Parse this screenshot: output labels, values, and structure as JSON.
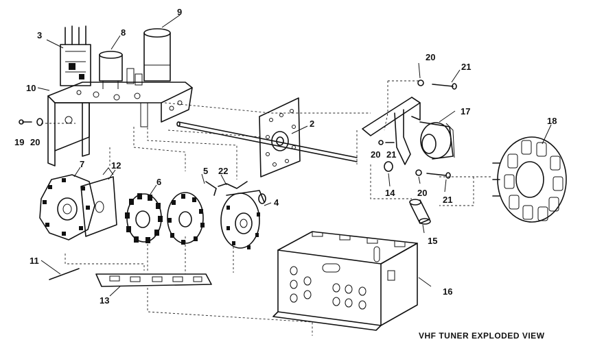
{
  "title": "VHF TUNER EXPLODED VIEW",
  "callouts": [
    {
      "id": "c2",
      "text": "2"
    },
    {
      "id": "c3",
      "text": "3"
    },
    {
      "id": "c4",
      "text": "4"
    },
    {
      "id": "c5",
      "text": "5"
    },
    {
      "id": "c6",
      "text": "6"
    },
    {
      "id": "c7",
      "text": "7"
    },
    {
      "id": "c8",
      "text": "8"
    },
    {
      "id": "c9",
      "text": "9"
    },
    {
      "id": "c10",
      "text": "10"
    },
    {
      "id": "c11",
      "text": "11"
    },
    {
      "id": "c12",
      "text": "12"
    },
    {
      "id": "c13",
      "text": "13"
    },
    {
      "id": "c14",
      "text": "14"
    },
    {
      "id": "c15",
      "text": "15"
    },
    {
      "id": "c16",
      "text": "16"
    },
    {
      "id": "c17",
      "text": "17"
    },
    {
      "id": "c18",
      "text": "18"
    },
    {
      "id": "c19",
      "text": "19"
    },
    {
      "id": "c20a",
      "text": "20"
    },
    {
      "id": "c20b",
      "text": "20"
    },
    {
      "id": "c20c",
      "text": "20"
    },
    {
      "id": "c20d",
      "text": "20"
    },
    {
      "id": "c21a",
      "text": "21"
    },
    {
      "id": "c21b",
      "text": "21"
    },
    {
      "id": "c21c",
      "text": "21"
    },
    {
      "id": "c22",
      "text": "22"
    }
  ]
}
